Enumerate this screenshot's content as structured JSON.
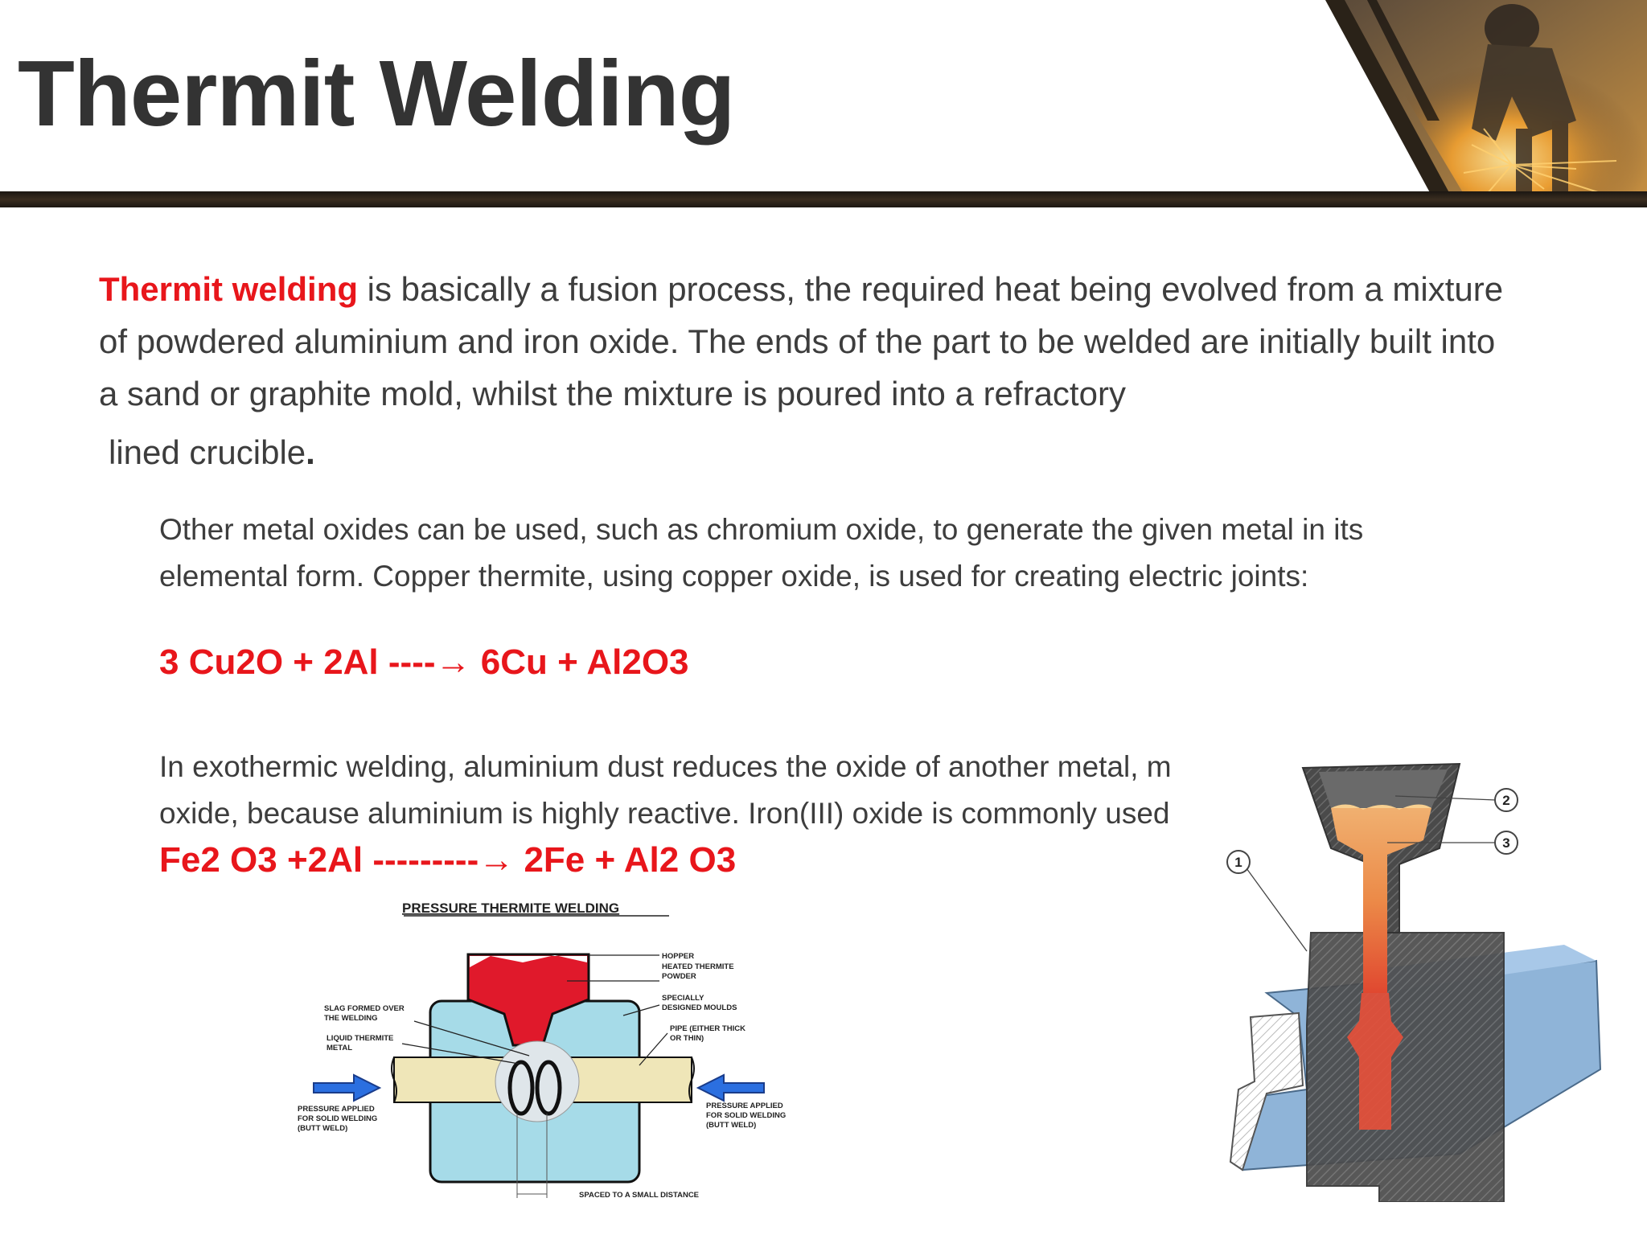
{
  "slide": {
    "title": "Thermit Welding"
  },
  "paragraph1": {
    "lead": "Thermit welding",
    "body": " is basically a fusion process, the required heat being evolved from a mixture of powdered aluminium and iron oxide. The ends of the part to be welded are initially built into a sand or graphite mold, whilst the mixture is poured into a refractory",
    "last_line": "lined crucible",
    "period": "."
  },
  "paragraph2": "Other metal oxides can be used, such as chromium oxide, to generate the given metal in its elemental form. Copper thermite, using copper oxide, is used for creating electric joints:",
  "equation1": "3 Cu2O + 2Al ----→ 6Cu + Al2O3",
  "paragraph3": {
    "line1": "In exothermic welding, aluminium dust reduces the oxide of another metal, m",
    "line2": "oxide, because aluminium is highly reactive. Iron(III) oxide is commonly used"
  },
  "equation2": "Fe2 O3 +2Al ---------→ 2Fe + Al2 O3",
  "diagram_pressure": {
    "title": "PRESSURE THERMITE WELDING",
    "hopper": "HOPPER",
    "heated_1": "HEATED THERMITE",
    "heated_2": "POWDER",
    "moulds_1": "SPECIALLY",
    "moulds_2": "DESIGNED MOULDS",
    "pipe_1": "PIPE (EITHER THICK",
    "pipe_2": "OR THIN)",
    "slag_1": "SLAG FORMED OVER",
    "slag_2": "THE WELDING",
    "liquid_1": "LIQUID THERMITE",
    "liquid_2": "METAL",
    "pressure_left_1": "PRESSURE APPLIED",
    "pressure_left_2": "FOR SOLID WELDING",
    "pressure_left_3": "(BUTT WELD)",
    "pressure_right_1": "PRESSURE APPLIED",
    "pressure_right_2": "FOR SOLID WELDING",
    "pressure_right_3": "(BUTT WELD)",
    "spaced": "SPACED TO A SMALL DISTANCE"
  },
  "diagram_rail": {
    "callout_1": "1",
    "callout_2": "2",
    "callout_3": "3"
  },
  "icons": {
    "arrow": "right-arrow-icon",
    "pressure_arrow": "pressure-arrow-icon"
  },
  "colors": {
    "accent_red": "#e8161b",
    "title_gray": "#333333",
    "header_band": "#2a2218"
  }
}
